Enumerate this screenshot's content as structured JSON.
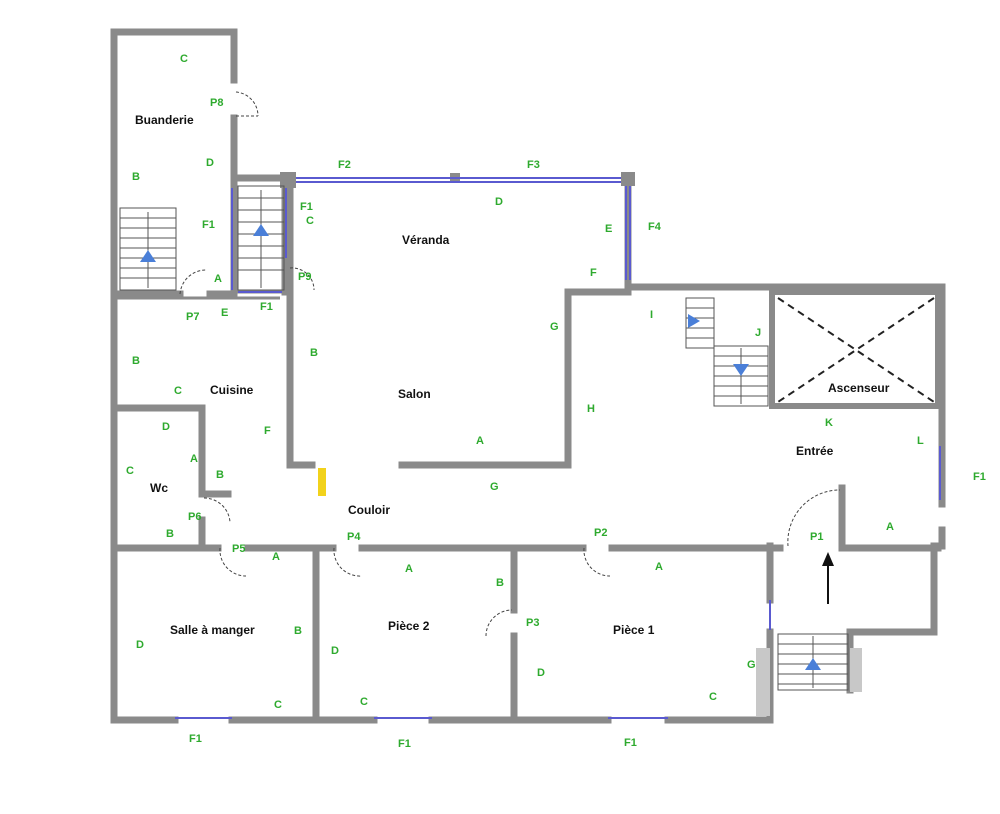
{
  "rooms": {
    "buanderie": "Buanderie",
    "veranda": "Véranda",
    "cuisine": "Cuisine",
    "salon": "Salon",
    "wc": "Wc",
    "couloir": "Couloir",
    "entree": "Entrée",
    "ascenseur": "Ascenseur",
    "salle_manger": "Salle à manger",
    "piece2": "Pièce 2",
    "piece1": "Pièce 1"
  },
  "marks": {
    "buanderie_c": "C",
    "p8": "P8",
    "buanderie_b": "B",
    "buanderie_d": "D",
    "buanderie_f1": "F1",
    "buanderie_a": "A",
    "f2": "F2",
    "f3": "F3",
    "veranda_d": "D",
    "veranda_e": "E",
    "f4": "F4",
    "veranda_f": "F",
    "stair_f1": "F1",
    "stair_c": "C",
    "p9": "P9",
    "p7": "P7",
    "cuisine_e": "E",
    "cuisine_f1": "F1",
    "cuisine_b": "B",
    "cuisine_c": "C",
    "cuisine_f": "F",
    "salon_b": "B",
    "salon_g": "G",
    "salon_a": "A",
    "salon_h": "H",
    "salon_i": "I",
    "salon_j": "J",
    "wc_d": "D",
    "wc_c": "C",
    "wc_a": "A",
    "wc_b": "B",
    "p6": "P6",
    "wc_b2": "B",
    "couloir_g": "G",
    "entree_k": "K",
    "entree_l": "L",
    "entree_a": "A",
    "p1": "P1",
    "f1_right": "F1",
    "p5": "P5",
    "sam_a": "A",
    "sam_d": "D",
    "sam_b": "B",
    "sam_c": "C",
    "p4": "P4",
    "p2_a": "A",
    "p2_b": "B",
    "p2_d": "D",
    "p2_c": "C",
    "p3": "P3",
    "p2door": "P2",
    "p1_a": "A",
    "p1_d": "D",
    "p1_g": "G",
    "p1_c": "C",
    "f1_bottom_1": "F1",
    "f1_bottom_2": "F1",
    "f1_bottom_3": "F1"
  },
  "colors": {
    "wall": "#8a8a8a",
    "window": "#5a5ad0",
    "mark": "#2eaa2e",
    "arrow": "#4a7fd8",
    "highlight": "#f2d21b"
  }
}
